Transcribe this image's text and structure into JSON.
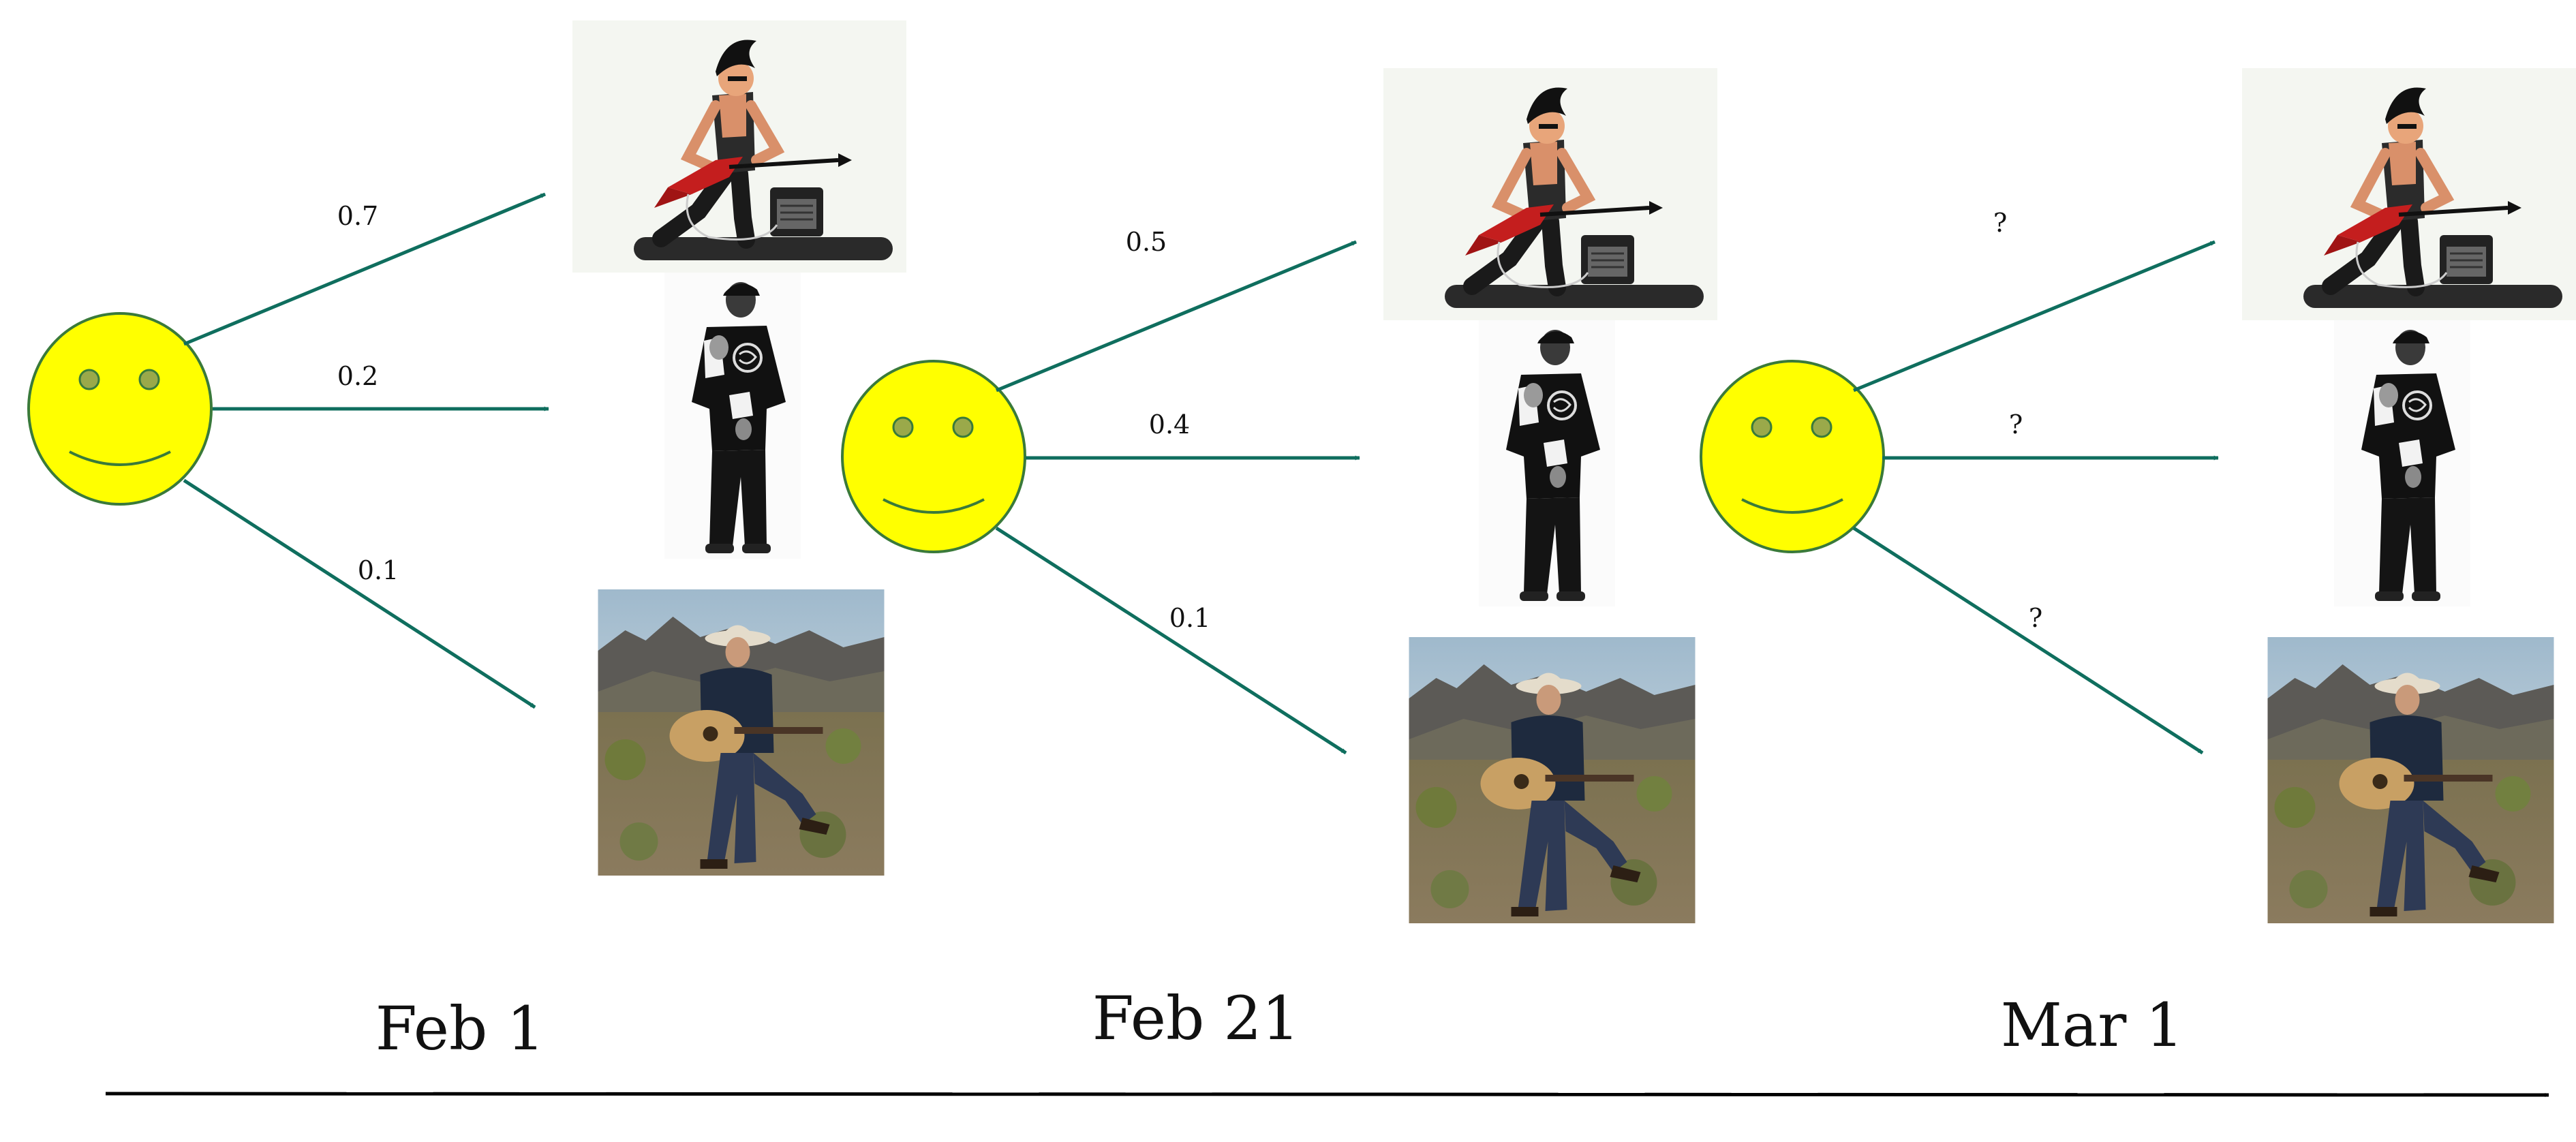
{
  "stages": [
    {
      "date": "Feb 1",
      "edges": [
        {
          "label": "0.7",
          "target": "rock-guitarist"
        },
        {
          "label": "0.2",
          "target": "rapper"
        },
        {
          "label": "0.1",
          "target": "country-guitarist"
        }
      ]
    },
    {
      "date": "Feb 21",
      "edges": [
        {
          "label": "0.5",
          "target": "rock-guitarist"
        },
        {
          "label": "0.4",
          "target": "rapper"
        },
        {
          "label": "0.1",
          "target": "country-guitarist"
        }
      ]
    },
    {
      "date": "Mar 1",
      "edges": [
        {
          "label": "?",
          "target": "rock-guitarist"
        },
        {
          "label": "?",
          "target": "rapper"
        },
        {
          "label": "?",
          "target": "country-guitarist"
        }
      ]
    }
  ],
  "colors": {
    "arrow": "#0f6e5e",
    "face_fill": "#ffff00",
    "face_outline": "#3a7a3a",
    "eye_fill": "#9aa94a",
    "timeline": "#000000"
  },
  "icons": [
    "smiley-face-icon",
    "rock-guitarist-icon",
    "rapper-icon",
    "country-guitarist-icon"
  ]
}
